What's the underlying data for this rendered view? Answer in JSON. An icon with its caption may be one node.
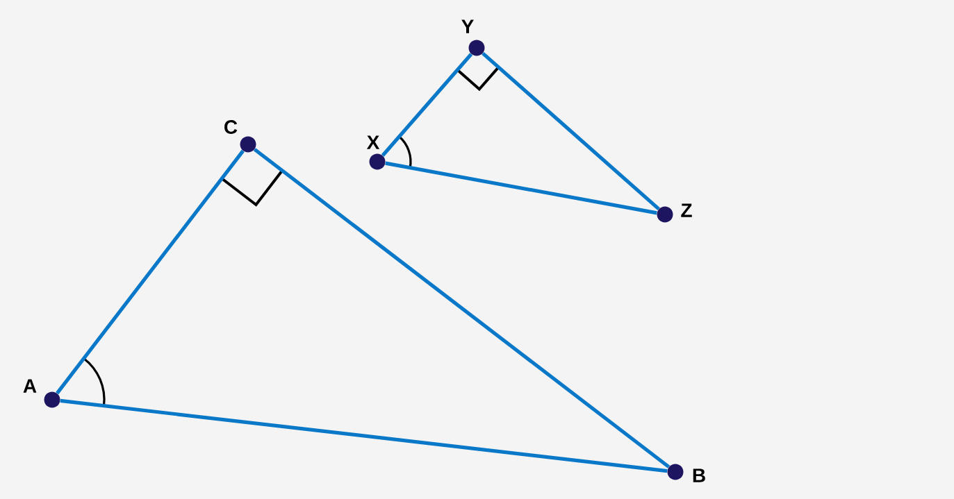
{
  "diagram": {
    "nodes": [
      {
        "text": [],
        "shape": "circle",
        "beside": [
          "A"
        ]
      },
      {
        "text": [],
        "shape": "circle",
        "beside": [
          "C"
        ]
      },
      {
        "text": [],
        "shape": "circle",
        "beside": [
          "B"
        ]
      },
      {
        "text": [],
        "shape": "circle",
        "beside": [
          "X"
        ]
      },
      {
        "text": [],
        "shape": "circle",
        "beside": [
          "Y"
        ]
      },
      {
        "text": [],
        "shape": "circle",
        "beside": [
          "Z"
        ]
      }
    ],
    "edges": [
      {
        "from": 0,
        "to": 1,
        "arrow": "none"
      },
      {
        "from": 1,
        "to": 2,
        "arrow": "none"
      },
      {
        "from": 0,
        "to": 2,
        "arrow": "none"
      },
      {
        "from": 3,
        "to": 4,
        "arrow": "none"
      },
      {
        "from": 4,
        "to": 5,
        "arrow": "none"
      },
      {
        "from": 3,
        "to": 5,
        "arrow": "none"
      }
    ]
  }
}
